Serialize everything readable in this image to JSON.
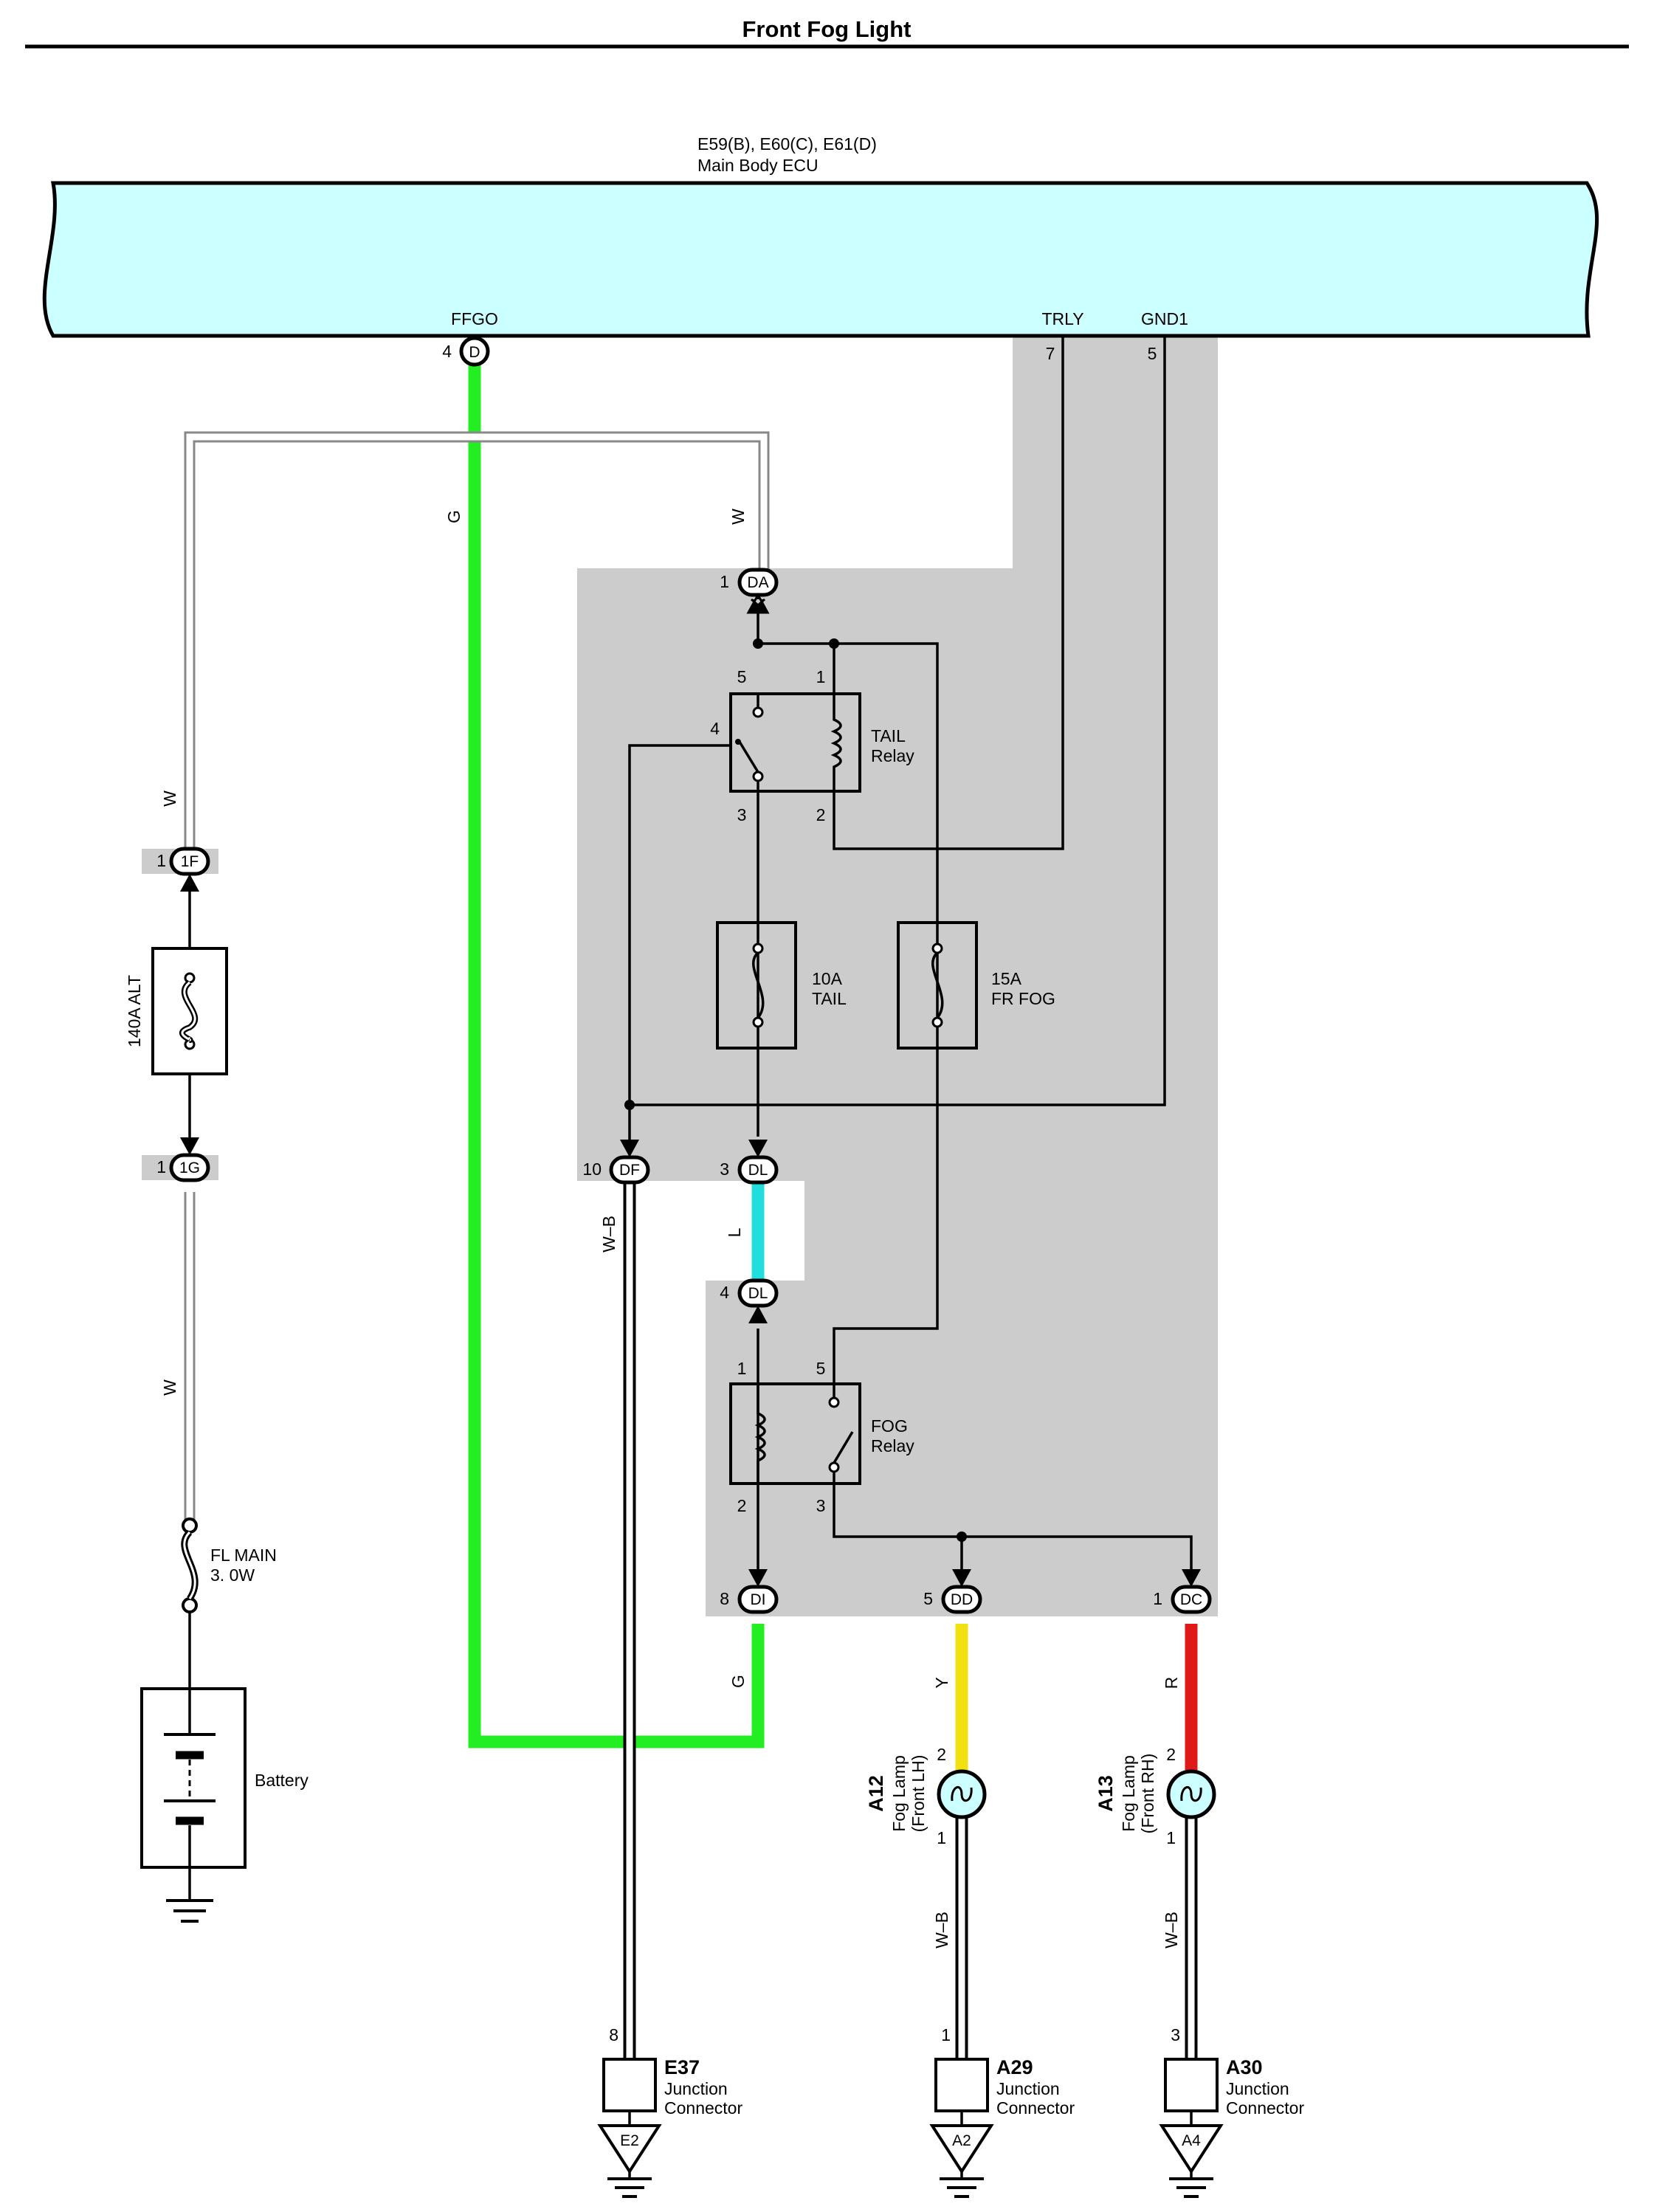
{
  "title": "Front Fog Light",
  "ecu": {
    "code": "E59(B), E60(C), E61(D)",
    "name": "Main Body ECU"
  },
  "ecu_pins": {
    "ffgo": {
      "name": "FFGO",
      "pin": "4",
      "conn": "D"
    },
    "trly": {
      "name": "TRLY",
      "pin": "7"
    },
    "gnd1": {
      "name": "GND1",
      "pin": "5"
    }
  },
  "connectors": {
    "da": {
      "pin": "1",
      "conn": "DA"
    },
    "f1": {
      "pin": "1",
      "conn": "1F"
    },
    "g1": {
      "pin": "1",
      "conn": "1G"
    },
    "df": {
      "pin": "10",
      "conn": "DF"
    },
    "dl3": {
      "pin": "3",
      "conn": "DL"
    },
    "dl4": {
      "pin": "4",
      "conn": "DL"
    },
    "di": {
      "pin": "8",
      "conn": "DI"
    },
    "dd": {
      "pin": "5",
      "conn": "DD"
    },
    "dc": {
      "pin": "1",
      "conn": "DC"
    }
  },
  "wire_labels": {
    "g_top": "G",
    "w_top": "W",
    "w_left1": "W",
    "w_left2": "W",
    "wb": "W–B",
    "l": "L",
    "g_bottom": "G",
    "y": "Y",
    "r": "R",
    "wb_lh": "W–B",
    "wb_rh": "W–B"
  },
  "tail_relay": {
    "line1": "TAIL",
    "line2": "Relay",
    "p5": "5",
    "p1": "1",
    "p4": "4",
    "p3": "3",
    "p2": "2"
  },
  "fog_relay": {
    "line1": "FOG",
    "line2": "Relay",
    "p1": "1",
    "p5": "5",
    "p2": "2",
    "p3": "3"
  },
  "fuses": {
    "alt": "140A ALT",
    "tail": {
      "amp": "10A",
      "name": "TAIL"
    },
    "frfog": {
      "amp": "15A",
      "name": "FR FOG"
    },
    "flmain": {
      "line1": "FL MAIN",
      "line2": "3. 0W"
    }
  },
  "battery": "Battery",
  "lamps": {
    "lh": {
      "code": "A12",
      "line1": "Fog Lamp",
      "line2": "(Front LH)",
      "pin_top": "2",
      "pin_bottom": "1"
    },
    "rh": {
      "code": "A13",
      "line1": "Fog Lamp",
      "line2": "(Front RH)",
      "pin_top": "2",
      "pin_bottom": "1"
    }
  },
  "junctions": {
    "e37": {
      "code": "E37",
      "line1": "Junction",
      "line2": "Connector",
      "pin": "8",
      "ground": "E2"
    },
    "a29": {
      "code": "A29",
      "line1": "Junction",
      "line2": "Connector",
      "pin": "1",
      "ground": "A2"
    },
    "a30": {
      "code": "A30",
      "line1": "Junction",
      "line2": "Connector",
      "pin": "3",
      "ground": "A4"
    }
  },
  "colors": {
    "ecu_fill": "#ccffff",
    "junction_fill": "#cceeee",
    "shade": "#cccccc",
    "green": "#22ee22",
    "blue": "#22dddd",
    "yellow": "#f2e011",
    "red": "#e01818"
  }
}
